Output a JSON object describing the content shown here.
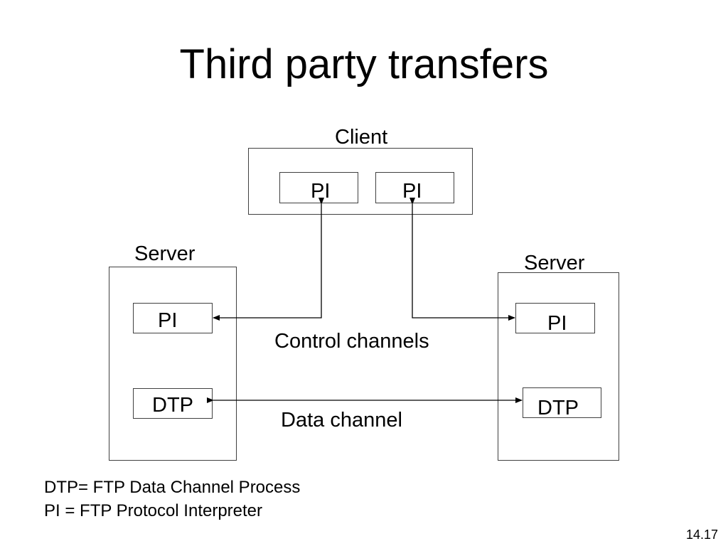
{
  "slide": {
    "title": "Third party transfers",
    "page_number": "14.17"
  },
  "client": {
    "label": "Client",
    "pi_left": "PI",
    "pi_right": "PI"
  },
  "server_left": {
    "label": "Server",
    "pi": "PI",
    "dtp": "DTP"
  },
  "server_right": {
    "label": "Server",
    "pi": "PI",
    "dtp": "DTP"
  },
  "channels": {
    "control": "Control channels",
    "data": "Data channel"
  },
  "legend": {
    "dtp_def": "DTP= FTP Data Channel Process",
    "pi_def": "PI = FTP Protocol Interpreter"
  }
}
